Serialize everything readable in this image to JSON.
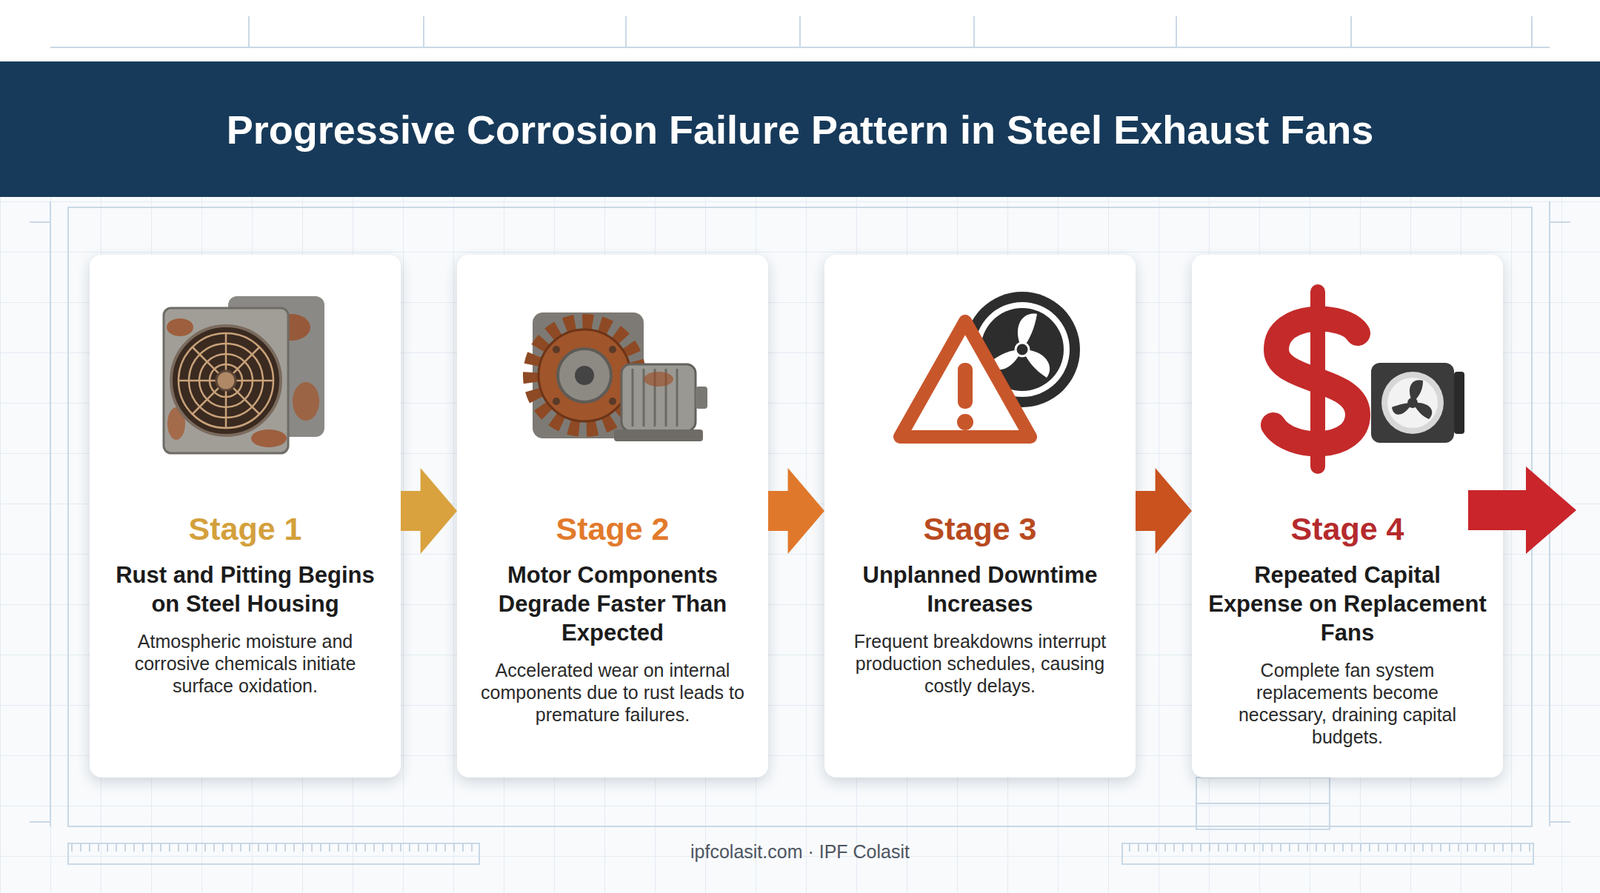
{
  "diagram": {
    "title": "Progressive Corrosion Failure Pattern in Steel Exhaust Fans",
    "nodes": [
      {
        "text": [
          "Stage 1",
          "Rust and Pitting Begins on Steel Housing",
          "Atmospheric moisture and corrosive chemicals initiate surface oxidation."
        ]
      },
      {
        "text": [
          "Stage 2",
          "Motor Components Degrade Faster Than Expected",
          "Accelerated wear on internal components due to rust leads to premature failures."
        ]
      },
      {
        "text": [
          "Stage 3",
          "Unplanned Downtime Increases",
          "Frequent breakdowns interrupt production schedules, causing costly delays."
        ]
      },
      {
        "text": [
          "Stage 4",
          "Repeated Capital Expense on Replacement Fans",
          "Complete fan system replacements become necessary, draining capital budgets."
        ]
      }
    ],
    "edges": [
      {
        "from": 0,
        "to": 1,
        "arrow": "to"
      },
      {
        "from": 1,
        "to": 2,
        "arrow": "to"
      },
      {
        "from": 2,
        "to": 3,
        "arrow": "to"
      }
    ],
    "labels": [
      "ipfcolasit.com · IPF Colasit"
    ]
  }
}
